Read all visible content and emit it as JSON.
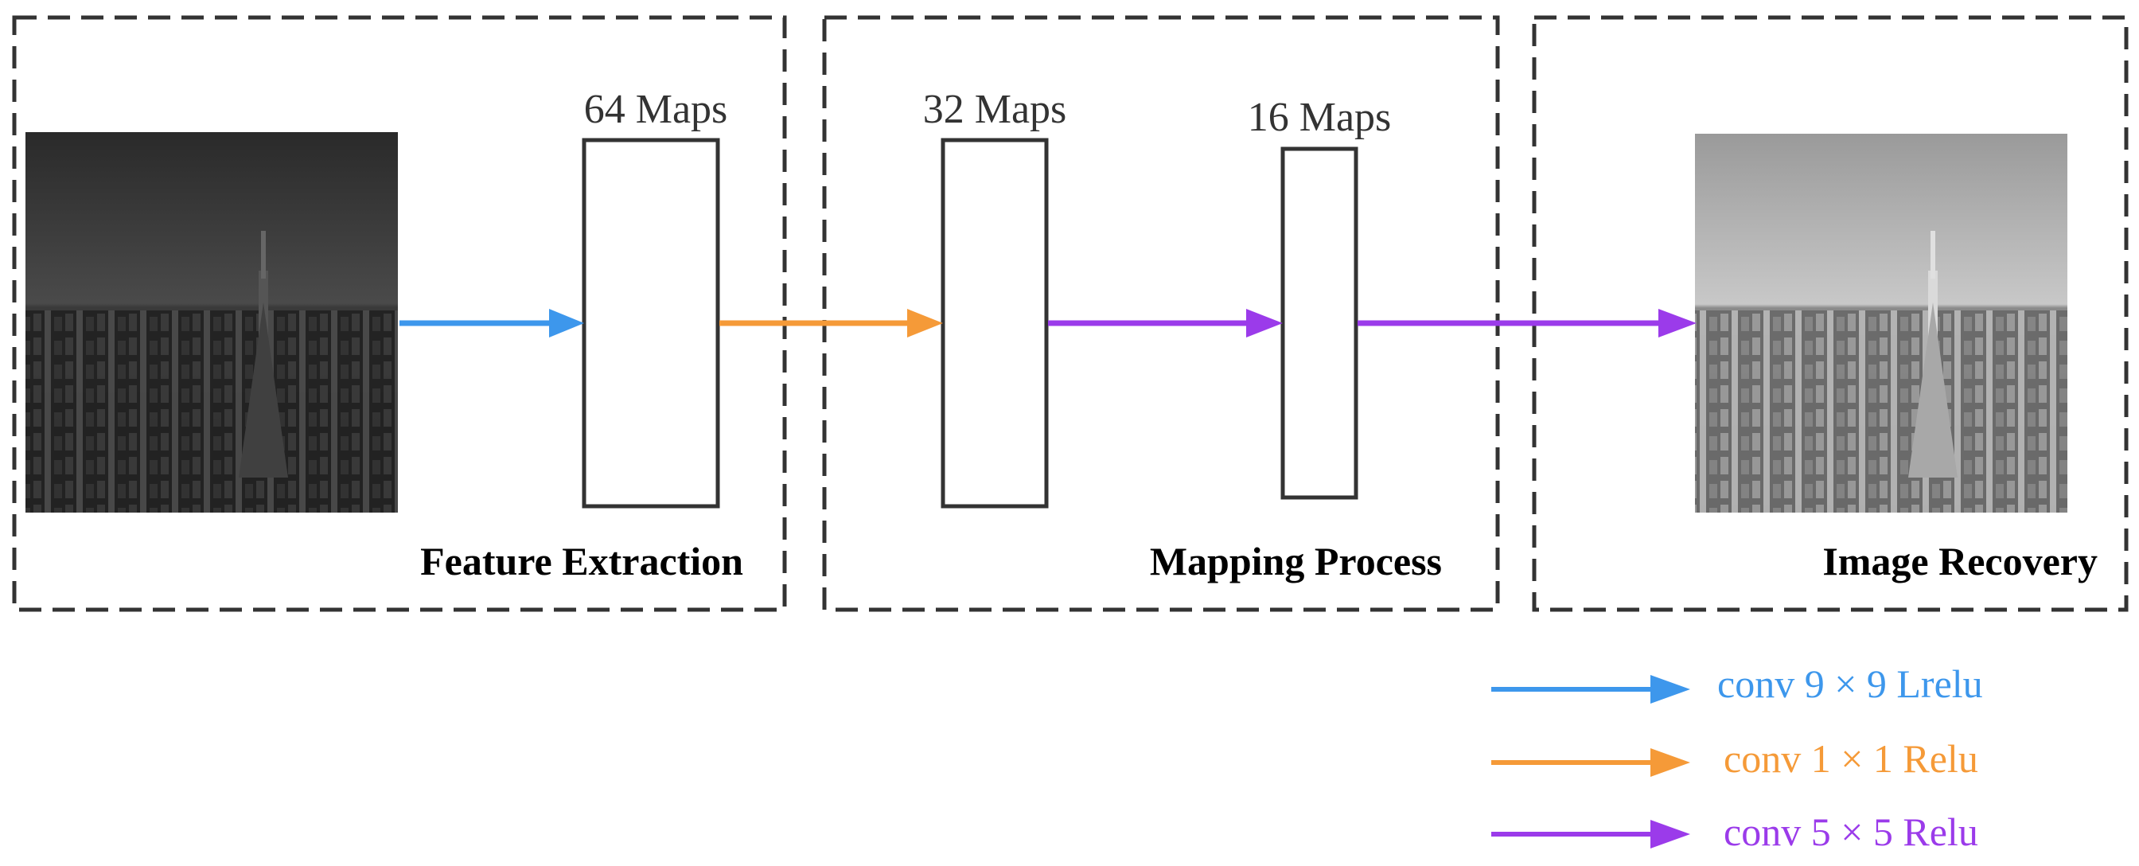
{
  "sections": {
    "feature_extraction": "Feature Extraction",
    "mapping_process": "Mapping Process",
    "image_recovery": "Image Recovery"
  },
  "layers": [
    {
      "label": "64 Maps"
    },
    {
      "label": "32 Maps"
    },
    {
      "label": "16 Maps"
    }
  ],
  "images": {
    "input": "input-image-dark-city",
    "output": "output-image-recovered-city"
  },
  "legend": [
    {
      "label": "conv 9 × 9 Lrelu",
      "color": "#3d97ec"
    },
    {
      "label": "conv 1 × 1 Relu",
      "color": "#f59a38"
    },
    {
      "label": "conv 5 × 5 Relu",
      "color": "#9b3bea"
    }
  ],
  "colors": {
    "blue": "#3d97ec",
    "orange": "#f59a38",
    "purple": "#9b3bea",
    "box_stroke": "#333333",
    "dash_stroke": "#333333"
  }
}
